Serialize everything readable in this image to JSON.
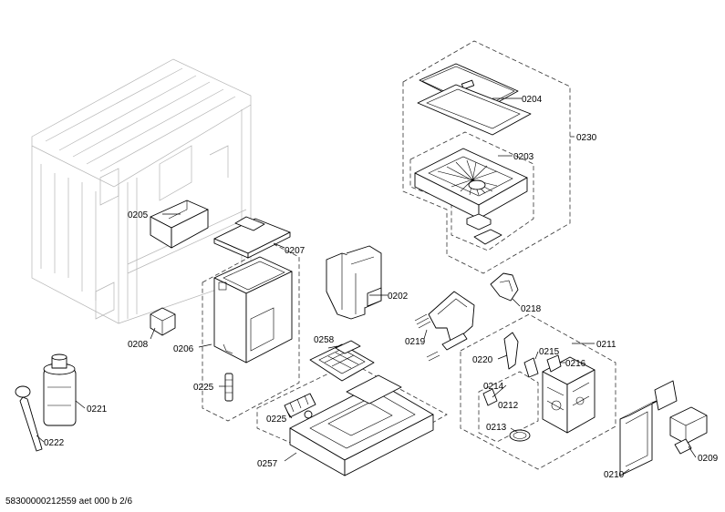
{
  "labels": {
    "p0204": "0204",
    "p0230": "0230",
    "p0203": "0203",
    "p0205": "0205",
    "p0207": "0207",
    "p0202": "0202",
    "p0218": "0218",
    "p0208": "0208",
    "p0206": "0206",
    "p0258": "0258",
    "p0219": "0219",
    "p0211": "0211",
    "p0215": "0215",
    "p0220": "0220",
    "p0216": "0216",
    "p0225a": "0225",
    "p0214": "0214",
    "p0212": "0212",
    "p0221": "0221",
    "p0225b": "0225",
    "p0213": "0213",
    "p0222": "0222",
    "p0257": "0257",
    "p0210": "0210",
    "p0209": "0209"
  },
  "footer": "58300000212559 aet 000 b 2/6"
}
